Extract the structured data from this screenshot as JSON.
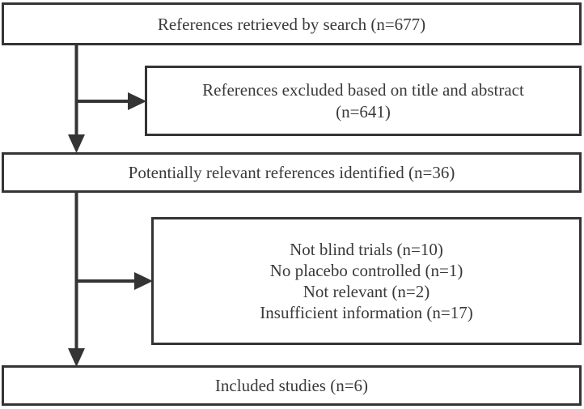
{
  "figure": {
    "kind": "study-selection-flow-diagram",
    "background_color": "#ffffff",
    "border_color": "#343434",
    "text_color": "#3a3a3a"
  },
  "boxes": {
    "retrieved": {
      "lines": [
        "References retrieved by search (n=677)"
      ]
    },
    "excluded_title_abstract": {
      "lines": [
        "References excluded based on title and abstract",
        "(n=641)"
      ]
    },
    "potentially_relevant": {
      "lines": [
        "Potentially relevant references identified (n=36)"
      ]
    },
    "excluded_full_text": {
      "lines": [
        "Not blind trials (n=10)",
        "No placebo controlled (n=1)",
        "Not relevant (n=2)",
        "Insufficient information (n=17)"
      ]
    },
    "included": {
      "lines": [
        "Included studies (n=6)"
      ]
    }
  }
}
